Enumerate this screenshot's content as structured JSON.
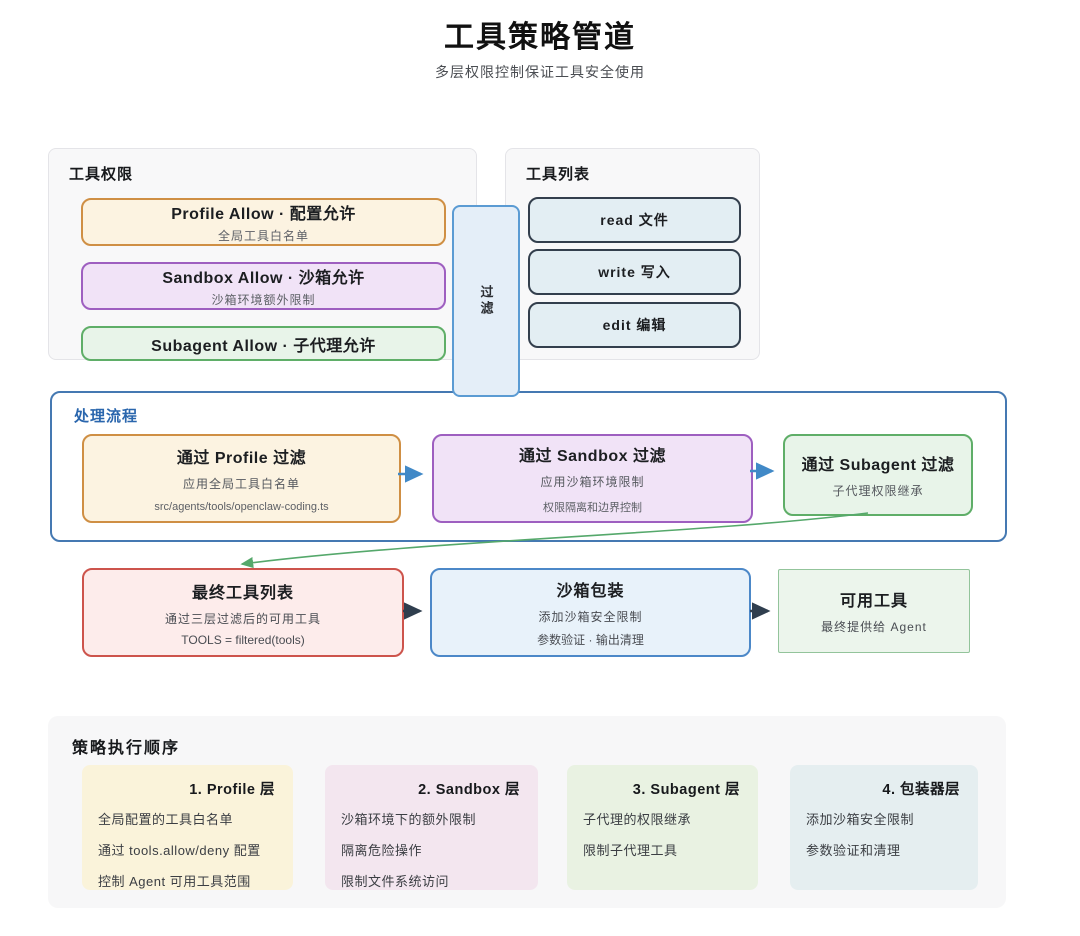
{
  "page": {
    "title": "工具策略管道",
    "subtitle": "多层权限控制保证工具安全使用"
  },
  "permissions_panel": {
    "title": "工具权限",
    "items": [
      {
        "title": "Profile Allow · 配置允许",
        "subtitle": "全局工具白名单"
      },
      {
        "title": "Sandbox Allow · 沙箱允许",
        "subtitle": "沙箱环境额外限制"
      },
      {
        "title": "Subagent Allow · 子代理允许"
      }
    ]
  },
  "tools_panel": {
    "title": "工具列表",
    "items": [
      {
        "label": "read 文件"
      },
      {
        "label": "write 写入"
      },
      {
        "label": "edit 编辑"
      }
    ]
  },
  "filter_connector": {
    "label": "过滤"
  },
  "pipeline_panel": {
    "title": "处理流程",
    "steps": [
      {
        "title": "通过 Profile 过滤",
        "line1": "应用全局工具白名单",
        "line2": "src/agents/tools/openclaw-coding.ts"
      },
      {
        "title": "通过 Sandbox 过滤",
        "line1": "应用沙箱环境限制",
        "line2": "权限隔离和边界控制"
      },
      {
        "title": "通过 Subagent 过滤",
        "line1": "子代理权限继承"
      }
    ]
  },
  "result_row": [
    {
      "title": "最终工具列表",
      "line1": "通过三层过滤后的可用工具",
      "line2": "TOOLS = filtered(tools)"
    },
    {
      "title": "沙箱包装",
      "line1": "添加沙箱安全限制",
      "line2": "参数验证 · 输出清理"
    },
    {
      "title": "可用工具",
      "line1": "最终提供给 Agent"
    }
  ],
  "order_panel": {
    "title": "策略执行顺序",
    "cards": [
      {
        "title": "1. Profile 层",
        "lines": [
          "全局配置的工具白名单",
          "通过 tools.allow/deny 配置",
          "控制 Agent 可用工具范围"
        ]
      },
      {
        "title": "2. Sandbox 层",
        "lines": [
          "沙箱环境下的额外限制",
          "隔离危险操作",
          "限制文件系统访问"
        ]
      },
      {
        "title": "3. Subagent 层",
        "lines": [
          "子代理的权限继承",
          "限制子代理工具"
        ]
      },
      {
        "title": "4. 包装器层",
        "lines": [
          "添加沙箱安全限制",
          "参数验证和清理"
        ]
      }
    ]
  },
  "colors": {
    "orange_border": "#cf8f44",
    "orange_bg": "#fcf3e1",
    "purple_border": "#9e5fc0",
    "purple_bg": "#f1e3f7",
    "green_border": "#5fae68",
    "green_bg": "#e8f4e9",
    "red_border": "#cd544c",
    "red_bg": "#fdeceb",
    "blue_border": "#4c88c8",
    "blue_bg": "#e8f2fa",
    "pipeline_border": "#4579b2",
    "pipeline_title": "#2a66ad",
    "toolbox_border": "#333f4d",
    "toolbox_bg": "#e3eef3",
    "filter_border": "#5b9bd3",
    "filter_bg": "#e4eef8",
    "arrow_blue": "#4189c7",
    "arrow_dark": "#2f3e4e",
    "arrow_green": "#55a86b"
  }
}
